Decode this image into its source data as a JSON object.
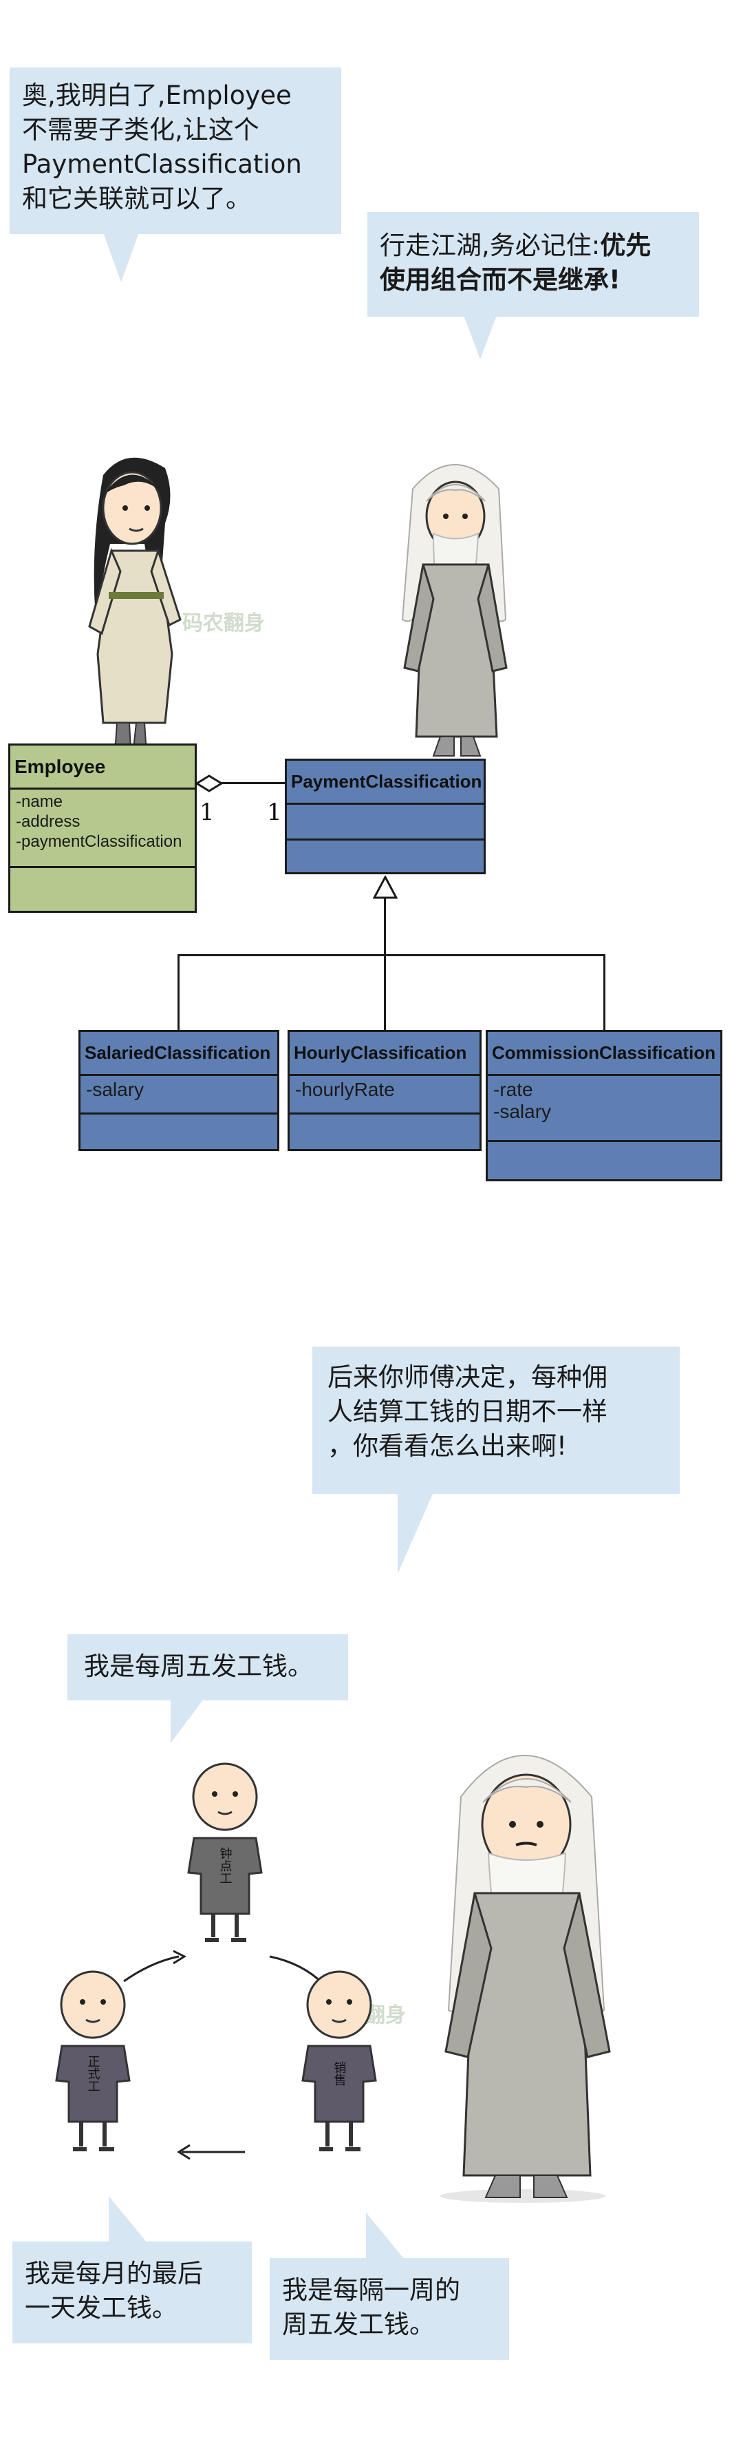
{
  "panel1": {
    "bubble_left": "奥,我明白了,Employee\n不需要子类化,让这个\nPaymentClassification\n和它关联就可以了。",
    "bubble_right_normal": "行走江湖,务必记住:",
    "bubble_right_bold_1": "优先",
    "bubble_right_bold_2": "使用组合而不是继承!"
  },
  "watermark_text": "码农翻身",
  "uml": {
    "employee": {
      "title": "Employee",
      "attrs": "-name\n-address\n-paymentClassification"
    },
    "payment": {
      "title": "PaymentClassification",
      "attrs": ""
    },
    "salaried": {
      "title": "SalariedClassification",
      "attrs": "-salary"
    },
    "hourly": {
      "title": "HourlyClassification",
      "attrs": "-hourlyRate"
    },
    "commission": {
      "title": "CommissionClassification",
      "attrs": "-rate\n-salary"
    },
    "mult_left": "1",
    "mult_right": "1"
  },
  "panel2": {
    "master_bubble": "后来你师傅决定，每种佣\n人结算工钱的日期不一样\n，你看看怎么出来啊!",
    "bubble_weekly": "我是每周五发工钱。",
    "bubble_monthly": "我是每月的最后\n一天发工钱。",
    "bubble_biweekly": "我是每隔一周的\n周五发工钱。",
    "shirt_top": "钟点工",
    "shirt_left": "正式工",
    "shirt_right": "销售"
  },
  "colors": {
    "bubble": "#d6e6f3",
    "uml_blue": "#5f7fb2",
    "uml_green": "#b5c98e"
  }
}
